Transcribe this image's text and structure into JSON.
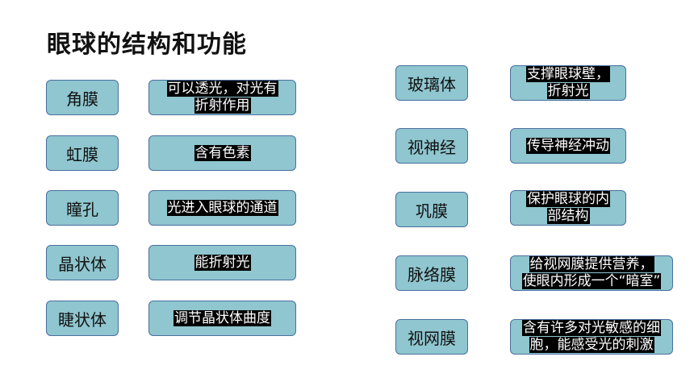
{
  "title": "眼球的结构和功能",
  "left_items": [
    {
      "term": "角膜",
      "desc_lines": [
        "可以透光，对光有",
        "折射作用"
      ]
    },
    {
      "term": "虹膜",
      "desc_lines": [
        "含有色素"
      ]
    },
    {
      "term": "瞳孔",
      "desc_lines": [
        "光进入眼球的通道"
      ]
    },
    {
      "term": "晶状体",
      "desc_lines": [
        "能折射光"
      ]
    },
    {
      "term": "睫状体",
      "desc_lines": [
        "调节晶状体曲度"
      ]
    }
  ],
  "right_items": [
    {
      "term": "玻璃体",
      "desc_lines": [
        "支撑眼球壁，",
        "折射光"
      ]
    },
    {
      "term": "视神经",
      "desc_lines": [
        "传导神经冲动"
      ]
    },
    {
      "term": "巩膜",
      "desc_lines": [
        "保护眼球的内",
        "部结构"
      ]
    },
    {
      "term": "脉络膜",
      "desc_lines": [
        "给视网膜提供营养，",
        "使眼内形成一个“暗室”"
      ]
    },
    {
      "term": "视网膜",
      "desc_lines": [
        "含有许多对光敏感的细",
        "胞，能感受光的刺激"
      ]
    }
  ]
}
